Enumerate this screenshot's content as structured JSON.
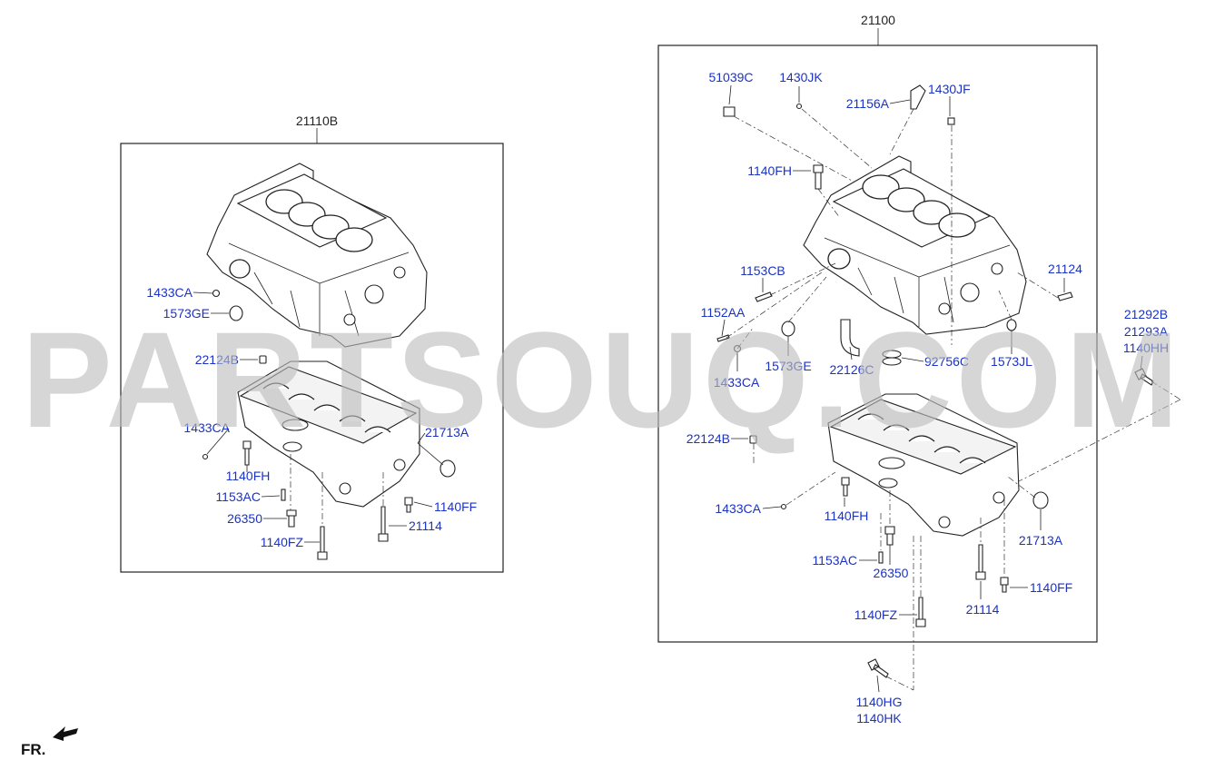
{
  "watermark": "PARTSOUQ.COM",
  "orientation": {
    "label": "FR.",
    "icon": "front-arrow-icon"
  },
  "left_group": {
    "assembly_label": "21110B",
    "callouts": [
      "1433CA",
      "1573GE",
      "22124B",
      "1433CA",
      "21713A",
      "1140FH",
      "1153AC",
      "1140FF",
      "26350",
      "21114",
      "1140FZ"
    ]
  },
  "right_group": {
    "assembly_label": "21100",
    "callouts": [
      "51039C",
      "1430JK",
      "21156A",
      "1430JF",
      "1140FH",
      "1153CB",
      "21124",
      "1152AA",
      "1573GE",
      "22126C",
      "92756C",
      "1573JL",
      "1433CA",
      "22124B",
      "1433CA",
      "1140FH",
      "21713A",
      "1153AC",
      "26350",
      "1140FF",
      "21114",
      "1140FZ"
    ]
  },
  "outside_callouts": {
    "upper_right": [
      "21292B",
      "21293A",
      "1140HH"
    ],
    "bottom": [
      "1140HG",
      "1140HK"
    ]
  }
}
